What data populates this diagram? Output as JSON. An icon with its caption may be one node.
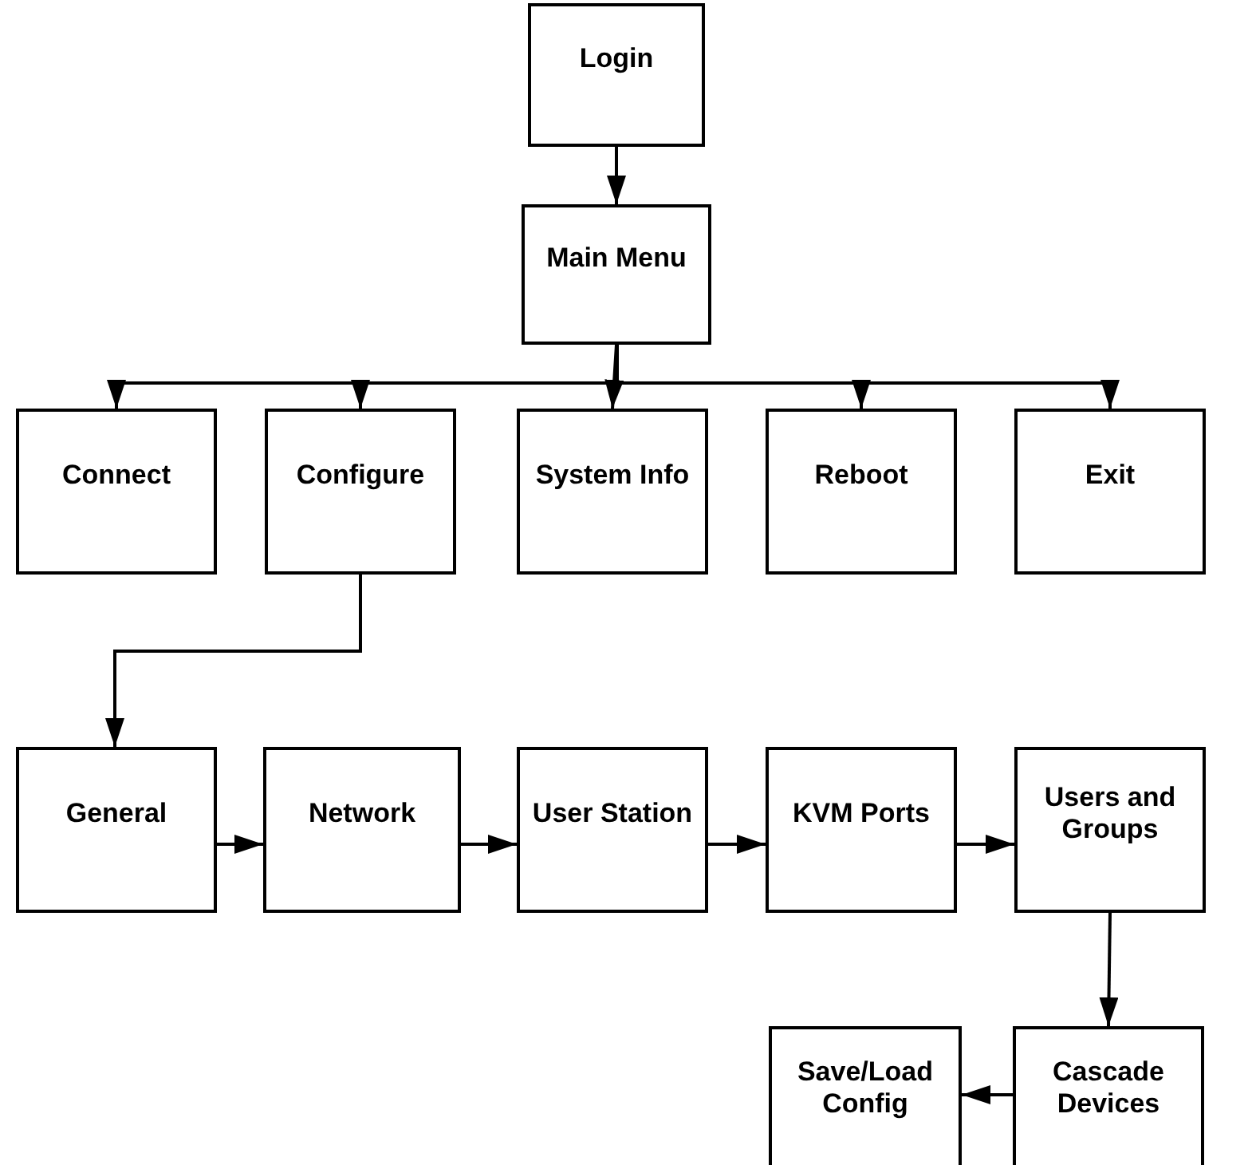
{
  "diagram": {
    "nodes": [
      {
        "text": [
          "Login"
        ]
      },
      {
        "text": [
          "Main Menu"
        ]
      },
      {
        "text": [
          "Connect"
        ]
      },
      {
        "text": [
          "Configure"
        ]
      },
      {
        "text": [
          "System Info"
        ]
      },
      {
        "text": [
          "Reboot"
        ]
      },
      {
        "text": [
          "Exit"
        ]
      },
      {
        "text": [
          "General"
        ]
      },
      {
        "text": [
          "Network"
        ]
      },
      {
        "text": [
          "User Station"
        ]
      },
      {
        "text": [
          "KVM Ports"
        ]
      },
      {
        "text": [
          "Users and Groups"
        ]
      },
      {
        "text": [
          "Cascade Devices"
        ]
      },
      {
        "text": [
          "Save/Load Config"
        ]
      }
    ],
    "edges": [
      {
        "from": 0,
        "to": 1,
        "arrow": "to"
      },
      {
        "from": 1,
        "to": 2,
        "arrow": "to"
      },
      {
        "from": 1,
        "to": 3,
        "arrow": "to"
      },
      {
        "from": 1,
        "to": 4,
        "arrow": "to"
      },
      {
        "from": 1,
        "to": 5,
        "arrow": "to"
      },
      {
        "from": 1,
        "to": 6,
        "arrow": "to"
      },
      {
        "from": 3,
        "to": 7,
        "arrow": "to"
      },
      {
        "from": 7,
        "to": 8,
        "arrow": "to"
      },
      {
        "from": 8,
        "to": 9,
        "arrow": "to"
      },
      {
        "from": 9,
        "to": 10,
        "arrow": "to"
      },
      {
        "from": 10,
        "to": 11,
        "arrow": "to"
      },
      {
        "from": 11,
        "to": 12,
        "arrow": "to"
      },
      {
        "from": 12,
        "to": 13,
        "arrow": "to"
      }
    ]
  }
}
